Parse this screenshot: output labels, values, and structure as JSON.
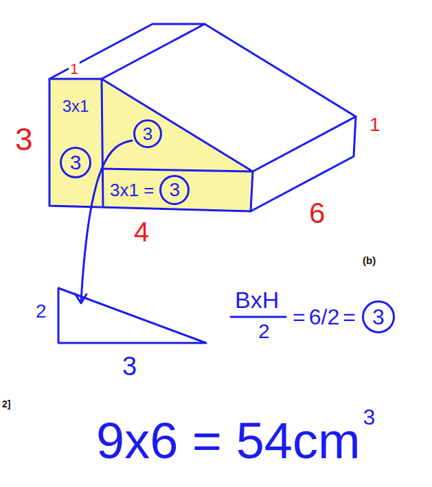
{
  "diagram": {
    "nodes": [
      {
        "text": [
          "3x1"
        ]
      },
      {
        "text": [
          "3"
        ],
        "in": 0
      },
      {
        "text": [
          "3"
        ]
      },
      {
        "text": [
          "3x1 ="
        ]
      },
      {
        "text": [
          "3"
        ],
        "in": 3
      },
      {
        "text": [
          "3"
        ]
      }
    ],
    "labels": [
      "1",
      "3",
      "4",
      "1",
      "6",
      "(b)",
      "2",
      "3",
      "BxH",
      "2",
      "=",
      "6/2",
      "=",
      "9x6 = 54cm",
      "3",
      "2]"
    ]
  }
}
